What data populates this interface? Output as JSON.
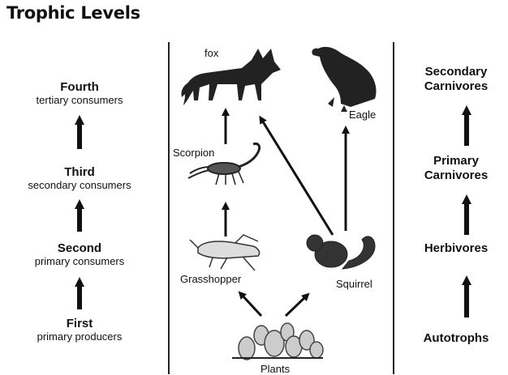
{
  "title": "Trophic Levels",
  "levels": [
    {
      "name": "Fourth",
      "desc": "tertiary consumers"
    },
    {
      "name": "Third",
      "desc": "secondary consumers"
    },
    {
      "name": "Second",
      "desc": "primary consumers"
    },
    {
      "name": "First",
      "desc": "primary producers"
    }
  ],
  "roles": [
    "Secondary Carnivores",
    "Primary Carnivores",
    "Herbivores",
    "Autotrophs"
  ],
  "organisms": {
    "fox": "fox",
    "eagle": "Eagle",
    "scorpion": "Scorpion",
    "grasshopper": "Grasshopper",
    "squirrel": "Squirrel",
    "plants": "Plants"
  }
}
